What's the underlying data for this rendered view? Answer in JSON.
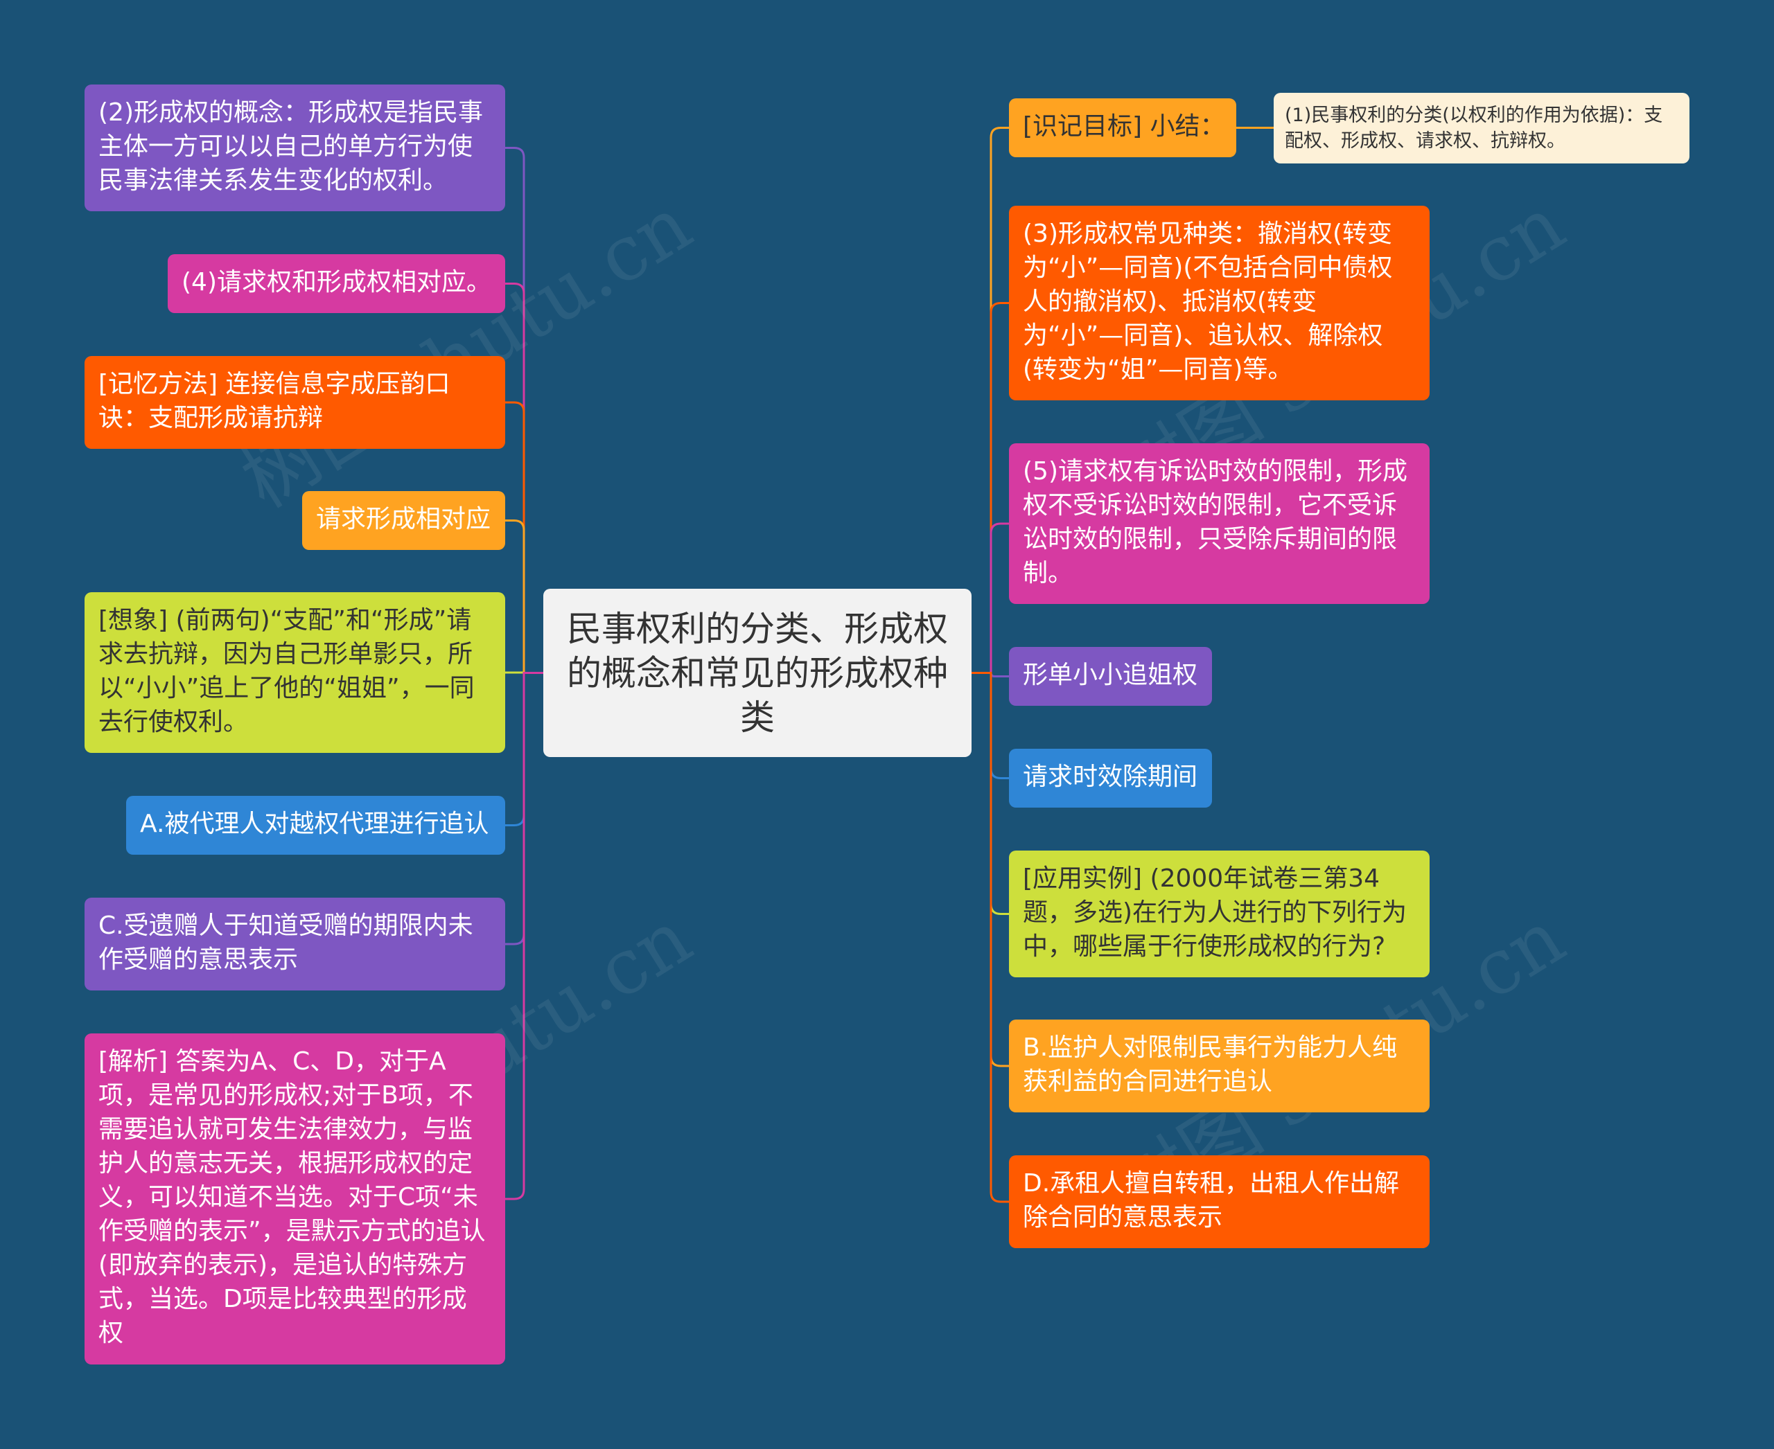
{
  "colors": {
    "background": "#1a5276",
    "center": "#f2f2f2",
    "purple": "#7e57c2",
    "magenta": "#d63aa1",
    "orange": "#ff5a00",
    "amber": "#ffa321",
    "lime": "#cddf3c",
    "blue": "#2f86d6",
    "note": "#fdf1d8"
  },
  "center": {
    "label": "民事权利的分类、形成权的概念和常见的形成权种类"
  },
  "left_branches": [
    {
      "label": "(2)形成权的概念：形成权是指民事主体一方可以以自己的单方行为使民事法律关系发生变化的权利。",
      "color": "purple"
    },
    {
      "label": "(4)请求权和形成权相对应。",
      "color": "magenta"
    },
    {
      "label": "[记忆方法] 连接信息字成压韵口诀：支配形成请抗辩",
      "color": "orange"
    },
    {
      "label": "请求形成相对应",
      "color": "amber"
    },
    {
      "label": "[想象] (前两句)“支配”和“形成”请求去抗辩，因为自己形单影只，所以“小小”追上了他的“姐姐”，一同去行使权利。",
      "color": "lime"
    },
    {
      "label": "A.被代理人对越权代理进行追认",
      "color": "blue"
    },
    {
      "label": "C.受遗赠人于知道受赠的期限内未作受赠的意思表示",
      "color": "purple"
    },
    {
      "label": "[解析] 答案为A、C、D，对于A项，是常见的形成权;对于B项，不需要追认就可发生法律效力，与监护人的意志无关，根据形成权的定义，可以知道不当选。对于C项“未作受赠的表示”，是默示方式的追认(即放弃的表示)，是追认的特殊方式，当选。D项是比较典型的形成权",
      "color": "magenta"
    }
  ],
  "right_branches": [
    {
      "label": "[识记目标] 小结：",
      "color": "amber"
    },
    {
      "label": "(3)形成权常见种类：撤消权(转变为“小”—同音)(不包括合同中债权人的撤消权)、抵消权(转变为“小”—同音)、追认权、解除权(转变为“姐”—同音)等。",
      "color": "orange"
    },
    {
      "label": "(5)请求权有诉讼时效的限制，形成权不受诉讼时效的限制，它不受诉讼时效的限制，只受除斥期间的限制。",
      "color": "magenta"
    },
    {
      "label": "形单小小追姐权",
      "color": "purple"
    },
    {
      "label": "请求时效除期间",
      "color": "blue"
    },
    {
      "label": "[应用实例] (2000年试卷三第34题，多选)在行为人进行的下列行为中，哪些属于行使形成权的行为?",
      "color": "lime"
    },
    {
      "label": "B.监护人对限制民事行为能力人纯获利益的合同进行追认",
      "color": "amber"
    },
    {
      "label": "D.承租人擅自转租，出租人作出解除合同的意思表示",
      "color": "orange"
    }
  ],
  "note": {
    "label": "(1)民事权利的分类(以权利的作用为依据)：支配权、形成权、请求权、抗辩权。"
  },
  "watermark": {
    "text": "树图 shutu.cn"
  }
}
